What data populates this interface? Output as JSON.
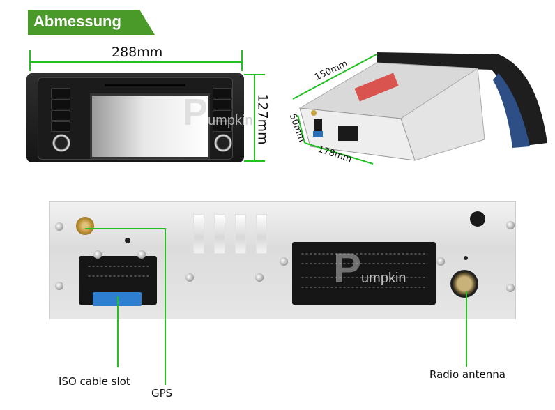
{
  "header": {
    "title": "Abmessung"
  },
  "colors": {
    "banner": "#4a9a2a",
    "dimension_line": "#22c022",
    "text": "#111111"
  },
  "dimensions": {
    "width": "288mm",
    "height": "127mm",
    "depth_top": "150mm",
    "side_height": "50mm",
    "depth_bottom": "178mm"
  },
  "watermark": {
    "initial": "P",
    "text": "umpkin"
  },
  "callouts": {
    "iso": "ISO cable slot",
    "gps": "GPS",
    "radio": "Radio antenna"
  }
}
